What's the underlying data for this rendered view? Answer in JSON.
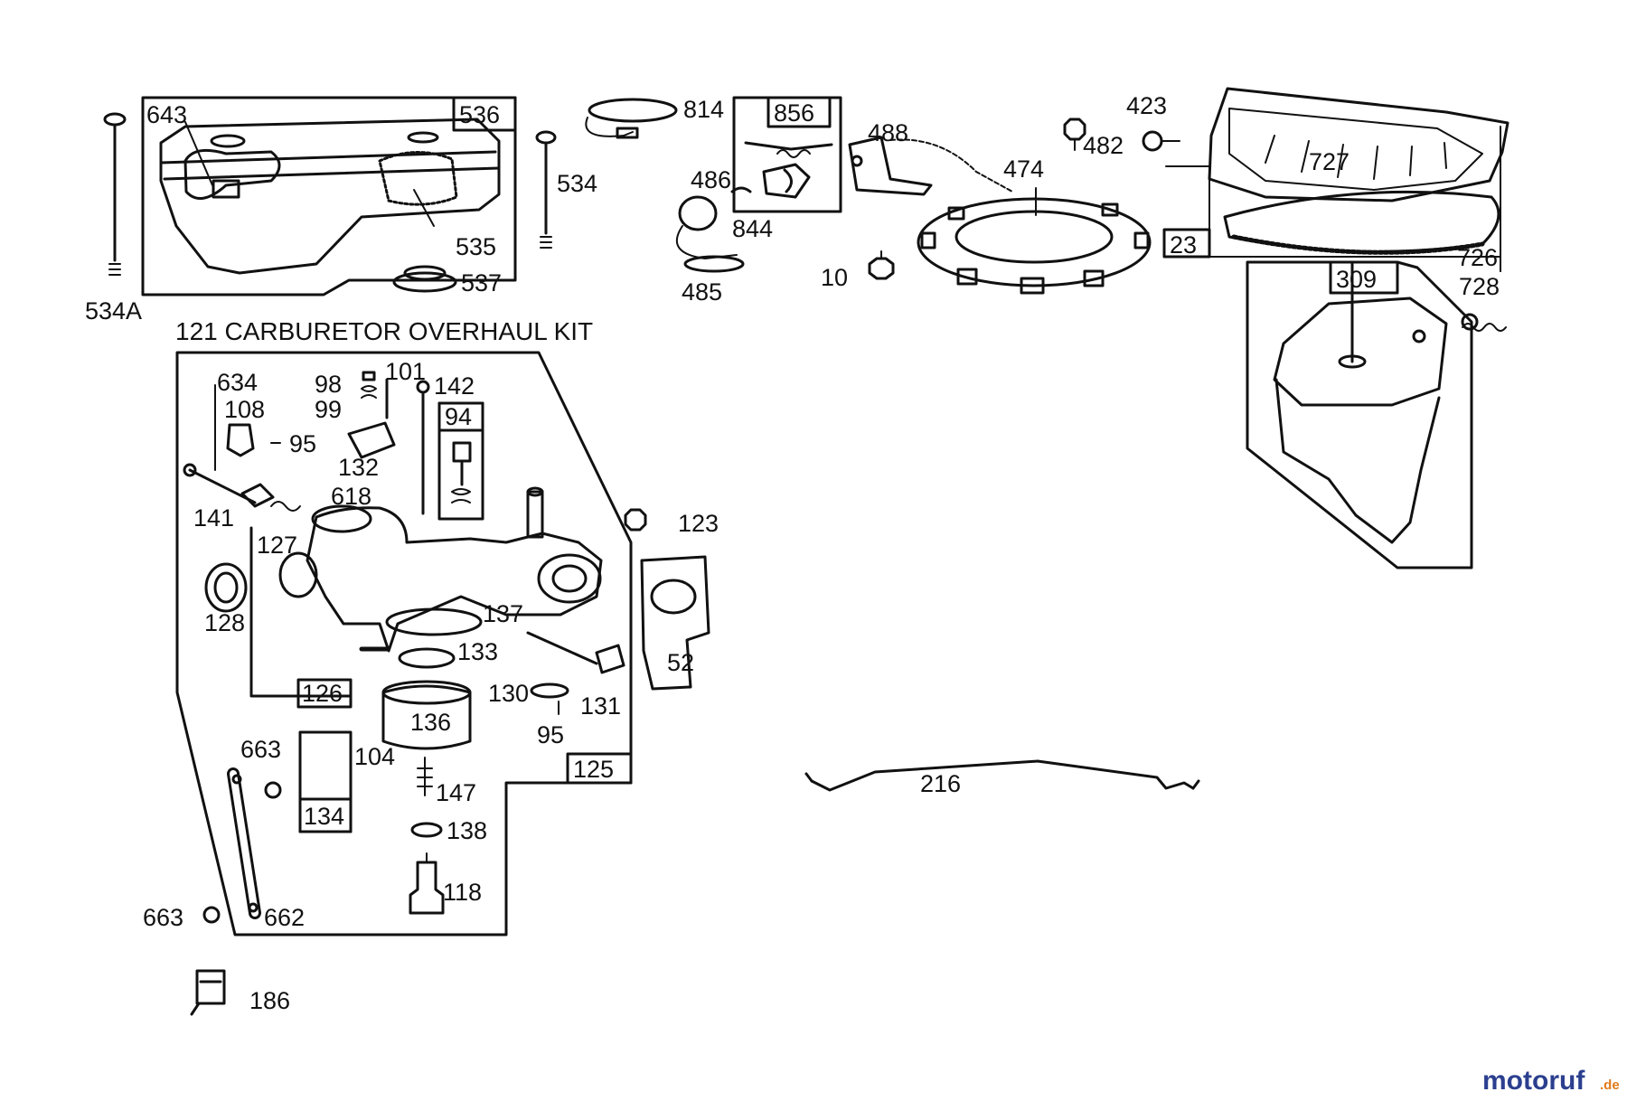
{
  "kit_title": "121 CARBURETOR OVERHAUL KIT",
  "watermark": {
    "main": "motoruf",
    "suffix": ".de"
  },
  "colors": {
    "ink": "#111111",
    "watermark_blue": "#2b3f8f",
    "watermark_orange": "#e07b1a"
  },
  "parts": {
    "p10": "10",
    "p23": "23",
    "p52": "52",
    "p94": "94",
    "p95a": "95",
    "p95b": "95",
    "p98": "98",
    "p99": "99",
    "p101": "101",
    "p104": "104",
    "p108": "108",
    "p118": "118",
    "p123": "123",
    "p125": "125",
    "p126": "126",
    "p127": "127",
    "p128": "128",
    "p130": "130",
    "p131": "131",
    "p132": "132",
    "p133": "133",
    "p134": "134",
    "p136": "136",
    "p137": "137",
    "p138": "138",
    "p141": "141",
    "p142": "142",
    "p147": "147",
    "p186": "186",
    "p216": "216",
    "p309": "309",
    "p423": "423",
    "p474": "474",
    "p482": "482",
    "p485": "485",
    "p486": "486",
    "p488": "488",
    "p534": "534",
    "p534a": "534A",
    "p535": "535",
    "p536": "536",
    "p537": "537",
    "p618": "618",
    "p634": "634",
    "p643": "643",
    "p662": "662",
    "p663a": "663",
    "p663b": "663",
    "p726": "726",
    "p727": "727",
    "p728": "728",
    "p814": "814",
    "p844": "844",
    "p856": "856"
  }
}
